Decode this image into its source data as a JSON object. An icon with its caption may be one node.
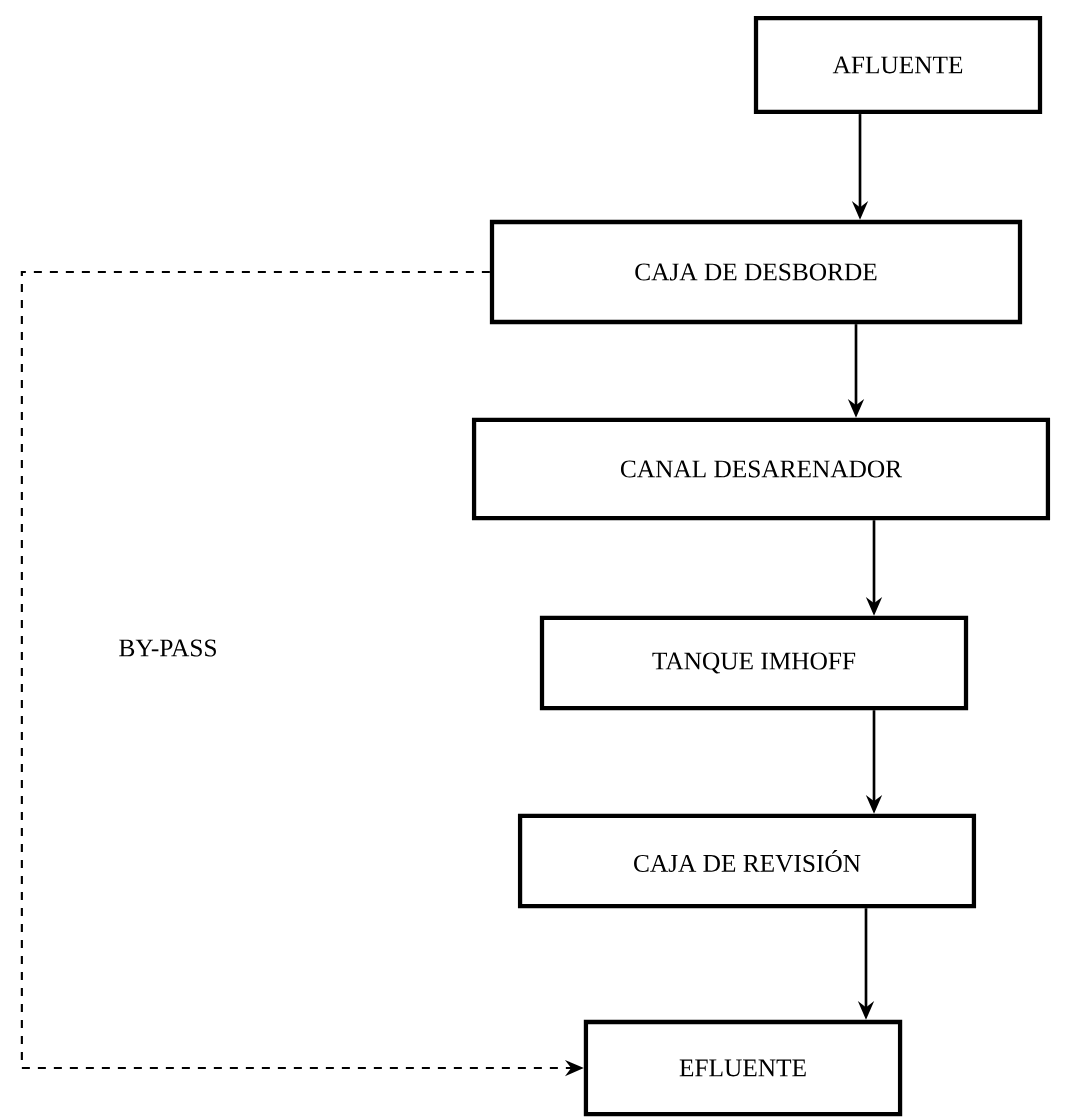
{
  "diagram": {
    "nodes": [
      {
        "text": [
          "AFLUENTE"
        ]
      },
      {
        "text": [
          "CAJA DE DESBORDE"
        ]
      },
      {
        "text": [
          "CANAL DESARENADOR"
        ]
      },
      {
        "text": [
          "TANQUE IMHOFF"
        ]
      },
      {
        "text": [
          "CAJA DE REVISIÓN"
        ]
      },
      {
        "text": [
          "EFLUENTE"
        ]
      }
    ],
    "edges": [
      {
        "from": 0,
        "to": 1,
        "arrow": "to"
      },
      {
        "from": 1,
        "to": 2,
        "arrow": "to"
      },
      {
        "from": 2,
        "to": 3,
        "arrow": "to"
      },
      {
        "from": 3,
        "to": 4,
        "arrow": "to"
      },
      {
        "from": 4,
        "to": 5,
        "arrow": "to"
      },
      {
        "from": 1,
        "to": 5,
        "arrow": "to",
        "style": "dashed"
      }
    ],
    "labels": [
      "BY-PASS"
    ]
  }
}
